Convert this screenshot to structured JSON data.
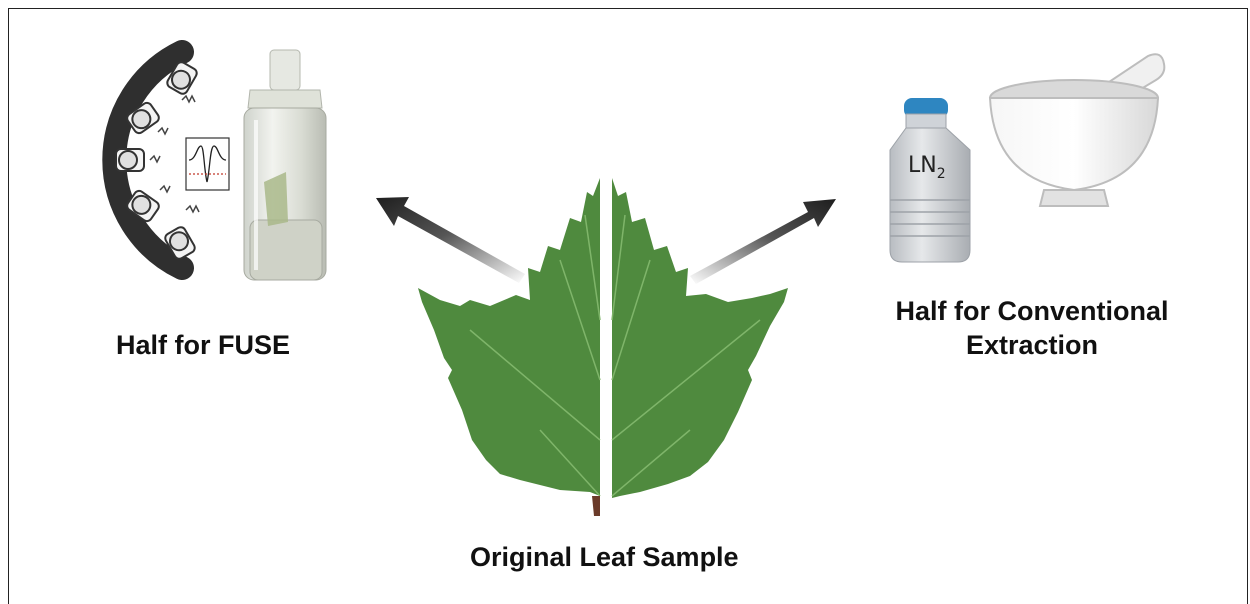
{
  "labels": {
    "fuse": "Half for FUSE",
    "conventional_line1": "Half for Conventional",
    "conventional_line2": "Extraction",
    "original": "Original Leaf Sample",
    "dewar_main": "LN",
    "dewar_sub": "2"
  },
  "colors": {
    "leaf_green": "#4f8a3e",
    "leaf_dark": "#3a6e2e",
    "arrow": "#222222",
    "fuse_arc": "#2f2f2f",
    "dewar_cap": "#2e86c1",
    "dewar_body": "#c9ccd0",
    "mortar": "#e9e9e9"
  },
  "icons": [
    "fuse-spectrometer-arc-icon",
    "signal-trace-icon",
    "fiber-holder-photo",
    "arrow-left-icon",
    "arrow-right-icon",
    "leaf-left-half",
    "leaf-right-half",
    "liquid-nitrogen-dewar-icon",
    "mortar-and-pestle-icon"
  ]
}
